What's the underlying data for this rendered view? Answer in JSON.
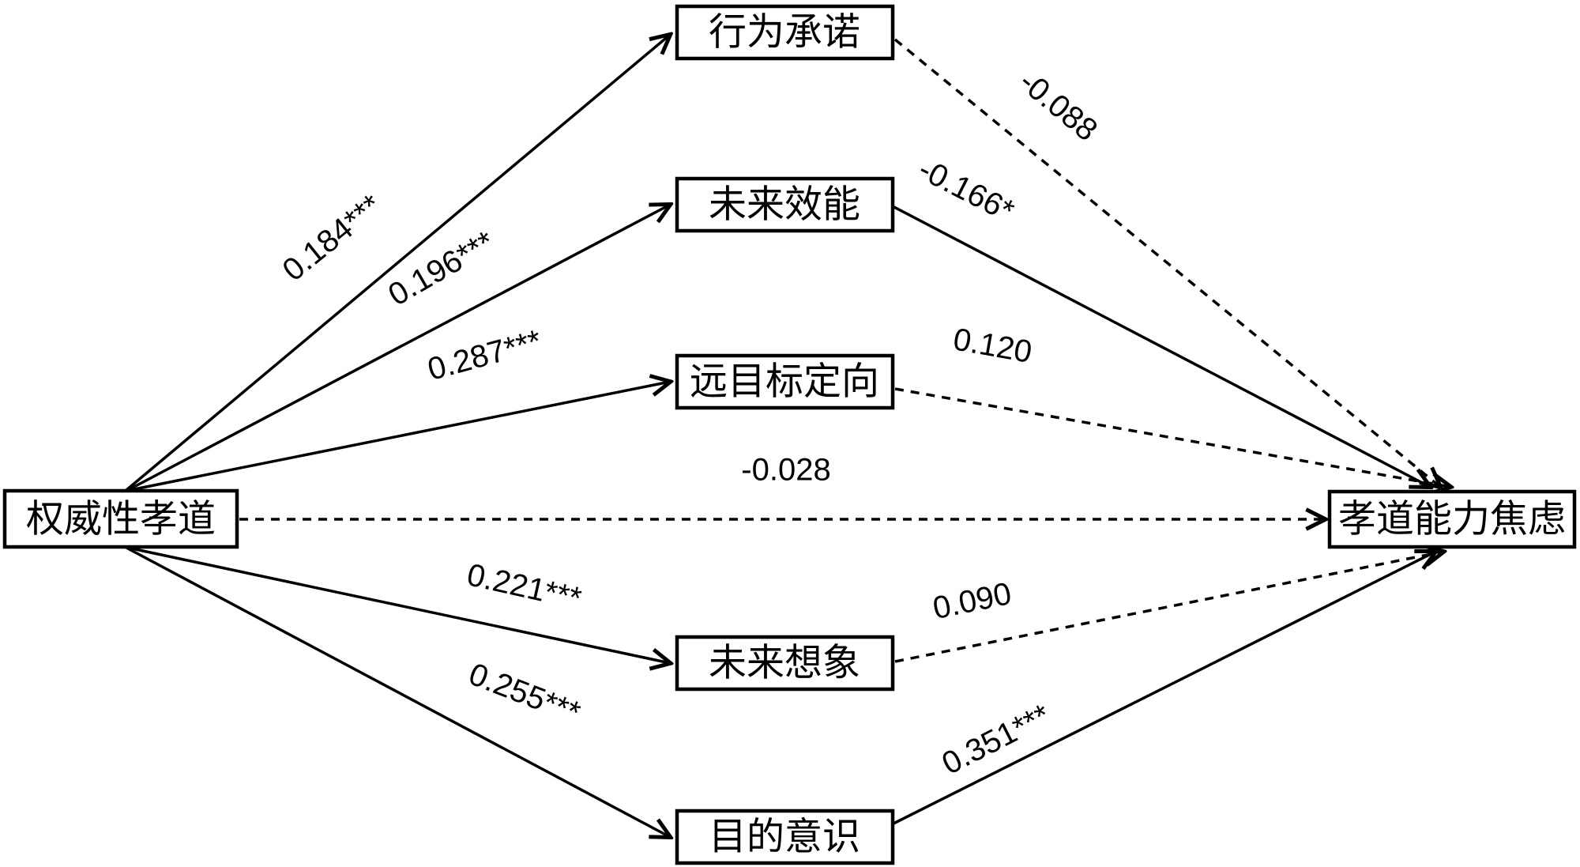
{
  "nodes": {
    "predictor": {
      "label": "权威性孝道"
    },
    "outcome": {
      "label": "孝道能力焦虑"
    },
    "mediator1": {
      "label": "行为承诺"
    },
    "mediator2": {
      "label": "未来效能"
    },
    "mediator3": {
      "label": "远目标定向"
    },
    "mediator4": {
      "label": "未来想象"
    },
    "mediator5": {
      "label": "目的意识"
    }
  },
  "paths": {
    "a1": {
      "from": "权威性孝道",
      "to": "行为承诺",
      "coefficient": "0.184***",
      "style": "solid"
    },
    "a2": {
      "from": "权威性孝道",
      "to": "未来效能",
      "coefficient": "0.196***",
      "style": "solid"
    },
    "a3": {
      "from": "权威性孝道",
      "to": "远目标定向",
      "coefficient": "0.287***",
      "style": "solid"
    },
    "a4": {
      "from": "权威性孝道",
      "to": "未来想象",
      "coefficient": "0.221***",
      "style": "solid"
    },
    "a5": {
      "from": "权威性孝道",
      "to": "目的意识",
      "coefficient": "0.255***",
      "style": "solid"
    },
    "b1": {
      "from": "行为承诺",
      "to": "孝道能力焦虑",
      "coefficient": "-0.088",
      "style": "dashed"
    },
    "b2": {
      "from": "未来效能",
      "to": "孝道能力焦虑",
      "coefficient": "-0.166*",
      "style": "solid"
    },
    "b3": {
      "from": "远目标定向",
      "to": "孝道能力焦虑",
      "coefficient": "0.120",
      "style": "dashed"
    },
    "b4": {
      "from": "未来想象",
      "to": "孝道能力焦虑",
      "coefficient": "0.090",
      "style": "dashed"
    },
    "b5": {
      "from": "目的意识",
      "to": "孝道能力焦虑",
      "coefficient": "0.351***",
      "style": "solid"
    },
    "direct": {
      "from": "权威性孝道",
      "to": "孝道能力焦虑",
      "coefficient": "-0.028",
      "style": "dashed"
    }
  },
  "colors": {
    "line": "#000000",
    "text": "#000000",
    "background": "#ffffff",
    "box_fill": "#ffffff",
    "box_border": "#000000"
  }
}
